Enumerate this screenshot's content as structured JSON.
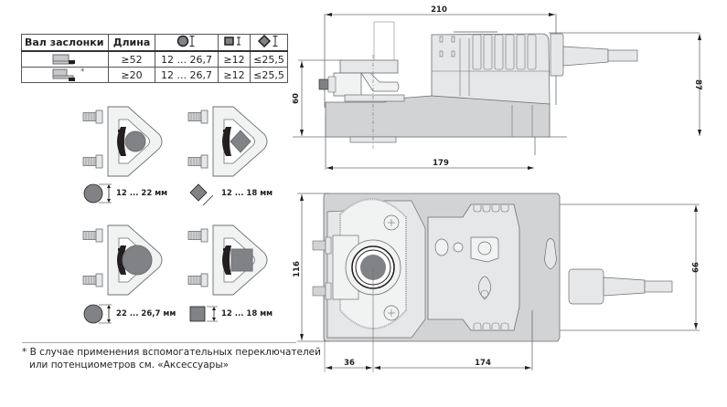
{
  "spec_table": {
    "headers": {
      "shaft": "Вал заслонки",
      "length": "Длина",
      "round_icon": "round-shaft-icon",
      "square_icon": "square-shaft-icon",
      "diamond_icon": "diamond-shaft-icon"
    },
    "rows": [
      {
        "shaft_icon": "shaft-long-icon",
        "asterisk": "",
        "length": "≥52",
        "round": "12 ... 26,7",
        "square": "≥12",
        "diamond": "≤25,5"
      },
      {
        "shaft_icon": "shaft-short-icon",
        "asterisk": "*",
        "length": "≥20",
        "round": "12 ... 26,7",
        "square": "≥12",
        "diamond": "≤25,5"
      }
    ]
  },
  "clamps": [
    {
      "shape": "round",
      "label": "12 ... 22 мм"
    },
    {
      "shape": "diamond",
      "label": "12 ... 18 мм"
    },
    {
      "shape": "round",
      "label": "22 ... 26,7 мм"
    },
    {
      "shape": "square",
      "label": "12 ... 18 мм"
    }
  ],
  "footnote": {
    "line1": "* В случае применения вспомогательных переключателей",
    "line2": "или потенциометров см. «Аксессуары»"
  },
  "side_view": {
    "dim_total_length": "210",
    "dim_height_clamp": "60",
    "dim_height_total": "87",
    "dim_base_length": "179"
  },
  "top_view": {
    "dim_width": "116",
    "dim_body_width": "99",
    "dim_axis_offset": "36",
    "dim_axis_to_end": "174"
  },
  "colors": {
    "line": "#6d6e71",
    "fill_light": "#e6e7e8",
    "fill_mid": "#d1d3d4",
    "shaft_fill": "#808285",
    "clamp_black": "#231f20"
  }
}
